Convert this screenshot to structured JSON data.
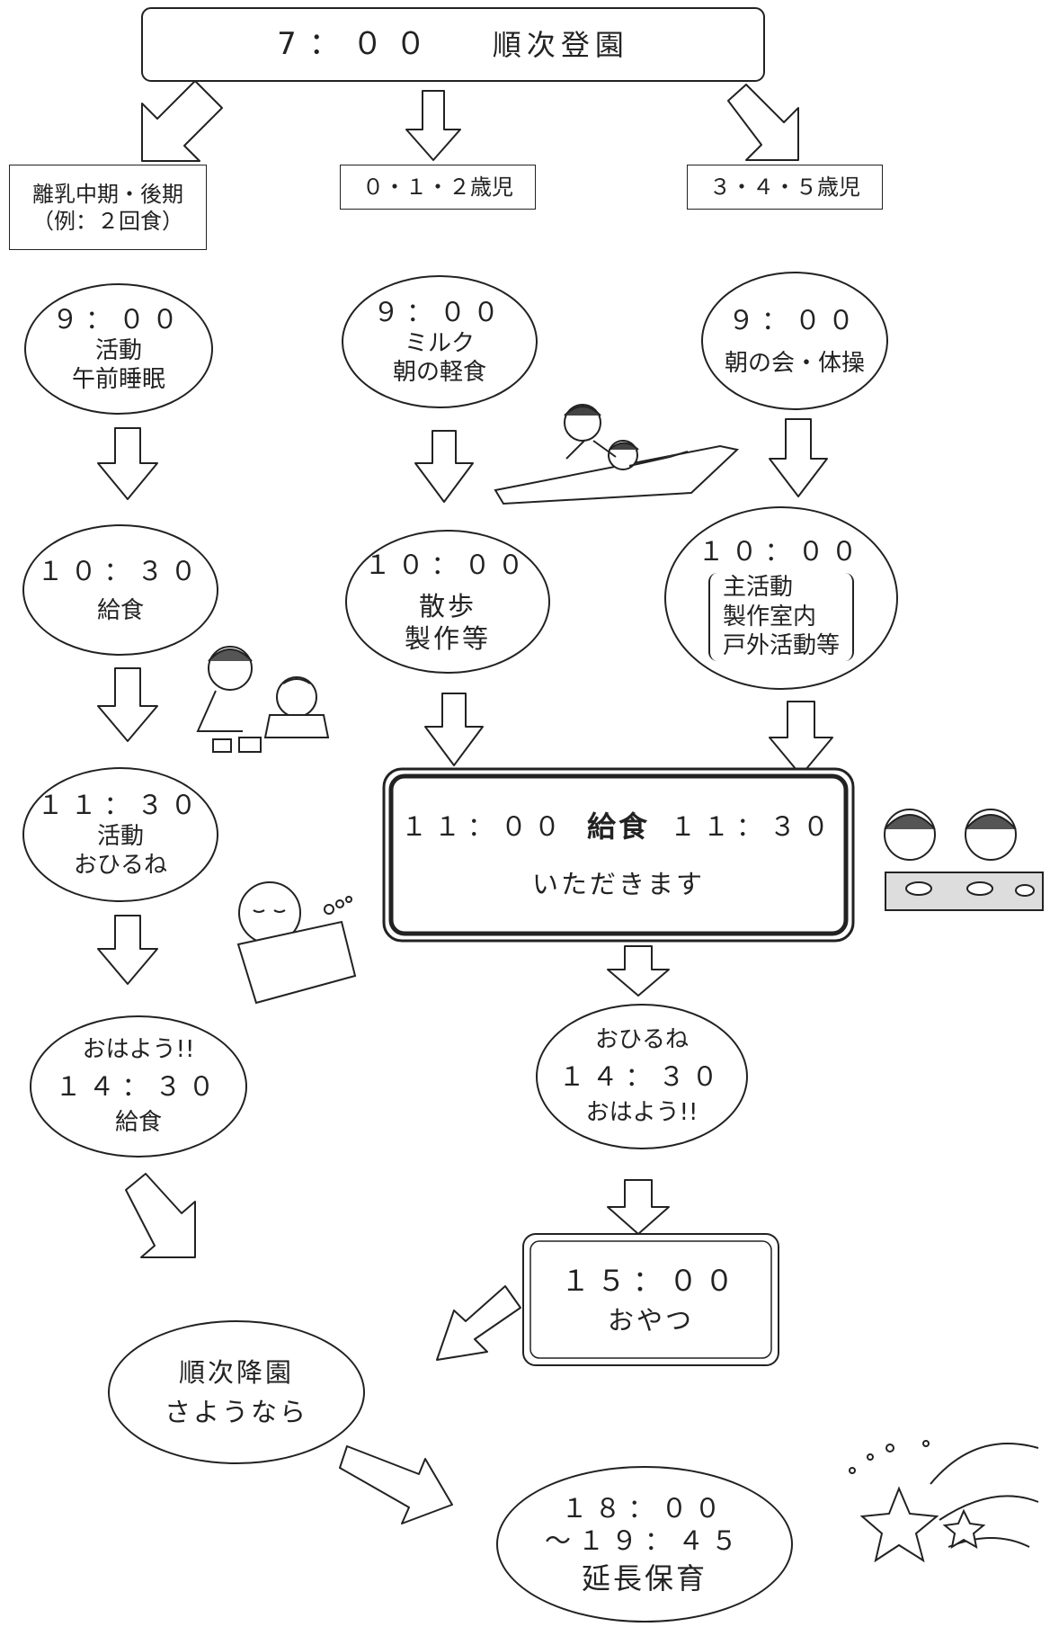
{
  "title": {
    "time": "7：００",
    "label": "順次登園"
  },
  "groups": {
    "infant": {
      "line1": "離乳中期・後期",
      "line2": "（例：２回食）"
    },
    "age012": "０・１・２歳児",
    "age345": "３・４・５歳児"
  },
  "infant": {
    "n1": {
      "time": "９：００",
      "l1": "活動",
      "l2": "午前睡眠"
    },
    "n2": {
      "time": "１０：３０",
      "l1": "給食"
    },
    "n3": {
      "time": "１１：３０",
      "l1": "活動",
      "l2": "おひるね"
    },
    "n4": {
      "l0": "おはよう!!",
      "time": "１４：３０",
      "l1": "給食"
    }
  },
  "age012": {
    "n1": {
      "time": "９：００",
      "l1": "ミルク",
      "l2": "朝の軽食"
    },
    "n2": {
      "time": "１０：００",
      "l1": "散歩",
      "l2": "製作等"
    }
  },
  "age345": {
    "n1": {
      "time": "９：００",
      "l1": "朝の会・体操"
    },
    "n2": {
      "time": "１０：００",
      "l1": "主活動",
      "l2": "製作室内",
      "l3": "戸外活動等"
    }
  },
  "lunch": {
    "time_a": "１１：００",
    "label": "給食",
    "time_b": "１１：３０",
    "greeting": "いただきます"
  },
  "nap": {
    "l1": "おひるね",
    "time": "１４：３０",
    "l2": "おはよう!!"
  },
  "snack": {
    "time": "１５：００",
    "label": "おやつ"
  },
  "departure": {
    "l1": "順次降園",
    "l2": "さようなら"
  },
  "extended": {
    "time_a": "１８：００",
    "time_b": "～１９：４５",
    "label": "延長保育"
  },
  "icons": [
    "crawling-babies-on-mat-icon",
    "feeding-baby-icon",
    "sleeping-baby-icon",
    "children-eating-lunch-icon",
    "shooting-star-icon"
  ]
}
